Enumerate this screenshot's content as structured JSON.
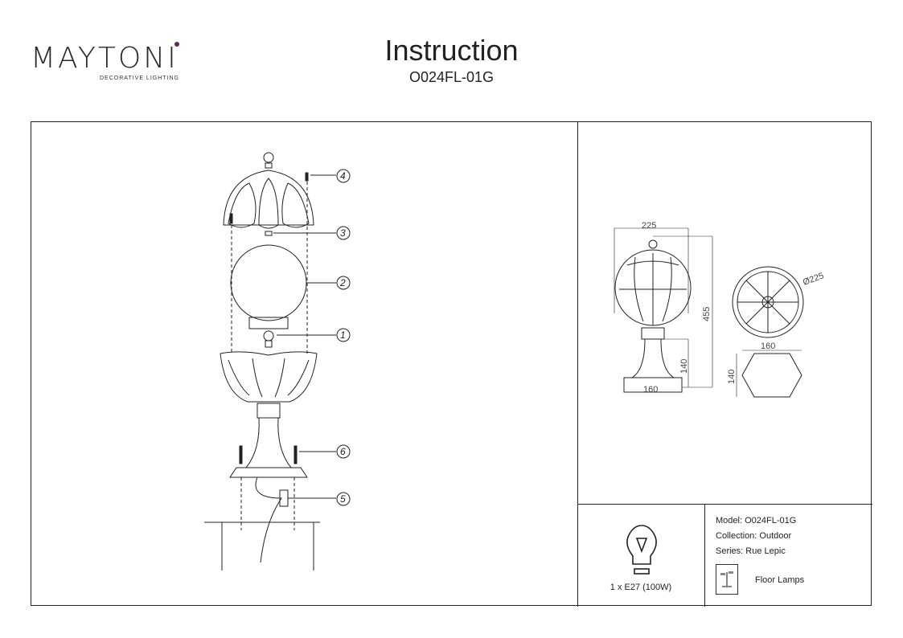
{
  "header": {
    "brand": "MAYTONI",
    "brand_tagline": "DECORATIVE LIGHTING",
    "title": "Instruction",
    "model_code": "O024FL-01G"
  },
  "assembly": {
    "callouts": [
      "4",
      "3",
      "2",
      "1",
      "6",
      "5"
    ]
  },
  "dimensions": {
    "width": "225",
    "height": "455",
    "base_height": "140",
    "base_width": "160",
    "diameter": "Ø225",
    "footprint_width": "160",
    "footprint_height": "140"
  },
  "bulb": {
    "icon": "light-bulb-icon",
    "label": "1 x E27 (100W)"
  },
  "specs": {
    "model": "Model: O024FL-01G",
    "collection": "Collection: Outdoor",
    "series": "Series: Rue Lepic",
    "category": "Floor Lamps",
    "category_icon": "floor-lamp-icon"
  },
  "colors": {
    "brand_dot": "#5b2a4e",
    "line": "#222222"
  }
}
